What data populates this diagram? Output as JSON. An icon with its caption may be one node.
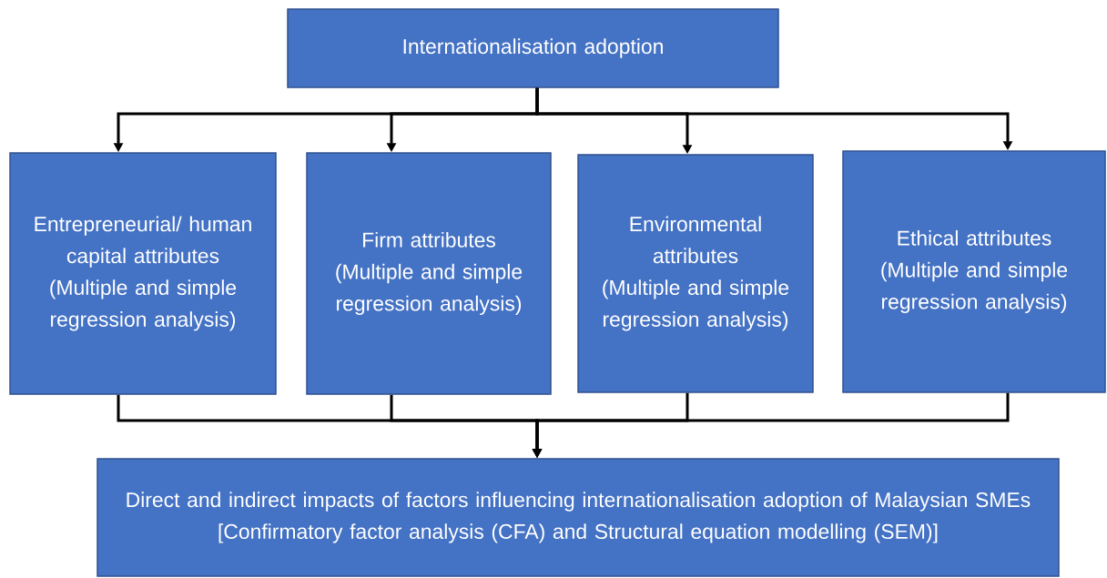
{
  "diagram": {
    "nodes": [
      {
        "text": [
          "Internationalisation adoption"
        ]
      },
      {
        "text": [
          "Entrepreneurial/ human capital attributes",
          "(Multiple and simple regression analysis)"
        ]
      },
      {
        "text": [
          "Firm attributes",
          "(Multiple and simple regression analysis)"
        ]
      },
      {
        "text": [
          "Environmental attributes",
          "(Multiple and simple regression analysis)"
        ]
      },
      {
        "text": [
          "Ethical attributes",
          "(Multiple and simple regression analysis)"
        ]
      },
      {
        "text": [
          "Direct and indirect impacts of factors influencing internationalisation adoption of Malaysian SMEs",
          "[Confirmatory factor analysis (CFA) and Structural equation modelling (SEM)]"
        ]
      }
    ],
    "edges": [
      {
        "from": 0,
        "to": 1,
        "arrow": "to"
      },
      {
        "from": 0,
        "to": 2,
        "arrow": "to"
      },
      {
        "from": 0,
        "to": 3,
        "arrow": "to"
      },
      {
        "from": 0,
        "to": 4,
        "arrow": "to"
      },
      {
        "from": 1,
        "to": 5,
        "arrow": "to"
      },
      {
        "from": 2,
        "to": 5,
        "arrow": "to"
      },
      {
        "from": 3,
        "to": 5,
        "arrow": "to"
      },
      {
        "from": 4,
        "to": 5,
        "arrow": "to"
      }
    ]
  }
}
